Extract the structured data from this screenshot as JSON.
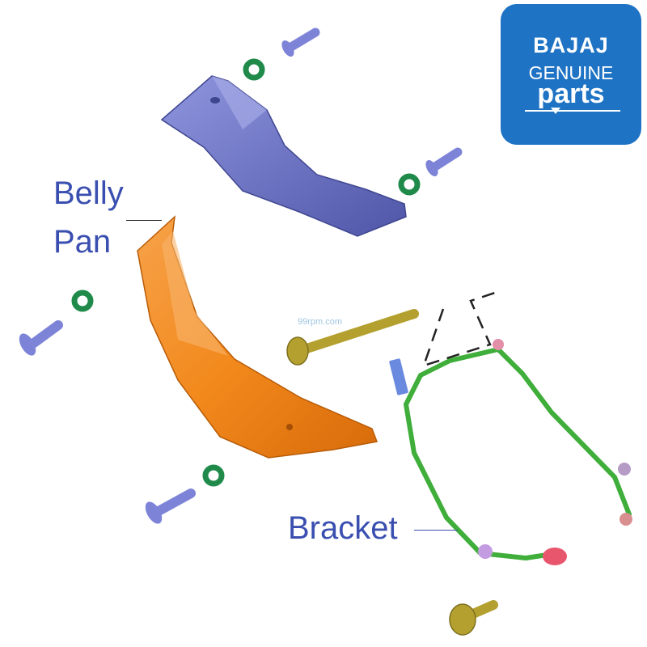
{
  "labels": {
    "belly_line1": "Belly",
    "belly_line2": "Pan",
    "bracket": "Bracket"
  },
  "logo": {
    "brand": "BAJAJ",
    "line2": "GENUINE",
    "line3": "parts"
  },
  "watermark": "99rpm.com",
  "colors": {
    "label_text": "#3a4fb0",
    "logo_bg": "#1f73c4",
    "belly_pan": "#f2891c",
    "upper_panel": "#6b72c6",
    "bracket_frame": "#3fae3a",
    "bolt_blue": "#7d84d8",
    "washer_green": "#1f8a4a",
    "bolt_olive": "#b3a02e"
  }
}
